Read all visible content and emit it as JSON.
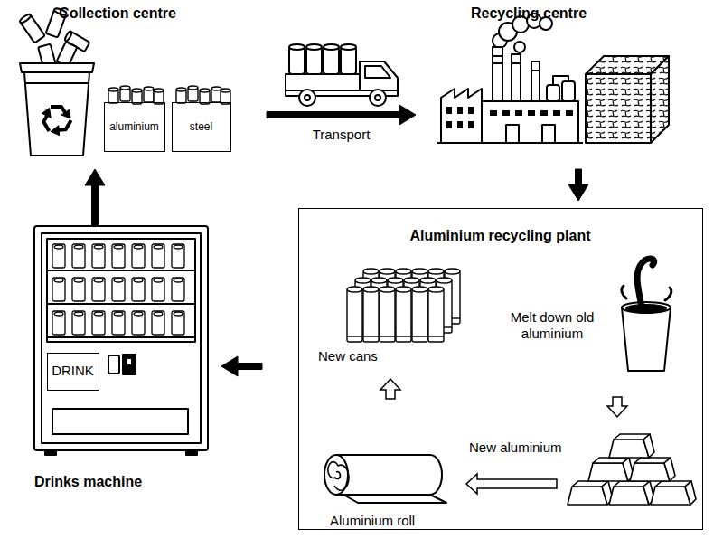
{
  "diagram": {
    "nodes": [
      {
        "text": [
          "Collection centre"
        ]
      },
      {
        "text": [
          "aluminium"
        ],
        "in": 0
      },
      {
        "text": [
          "steel"
        ],
        "in": 0
      },
      {
        "text": [
          "Recycling centre"
        ]
      },
      {
        "text": [
          "Aluminium recycling plant"
        ]
      },
      {
        "text": [
          "Melt down old aluminium"
        ],
        "in": 4
      },
      {
        "text": [
          "New aluminium"
        ],
        "in": 4
      },
      {
        "text": [
          "Aluminium roll"
        ],
        "in": 4
      },
      {
        "text": [
          "New cans"
        ],
        "in": 4
      },
      {
        "text": [
          "Drinks machine"
        ]
      },
      {
        "text": [
          "DRINK"
        ],
        "in": 9
      }
    ],
    "edges": [
      {
        "from": 0,
        "to": 3,
        "label": "Transport",
        "arrow": "to"
      },
      {
        "from": 3,
        "to": 4,
        "arrow": "to"
      },
      {
        "from": 5,
        "to": 6,
        "arrow": "to"
      },
      {
        "from": 6,
        "to": 7,
        "arrow": "to"
      },
      {
        "from": 7,
        "to": 8,
        "arrow": "to"
      },
      {
        "from": 4,
        "to": 9,
        "arrow": "to"
      },
      {
        "from": 9,
        "to": 0,
        "arrow": "to"
      }
    ]
  }
}
